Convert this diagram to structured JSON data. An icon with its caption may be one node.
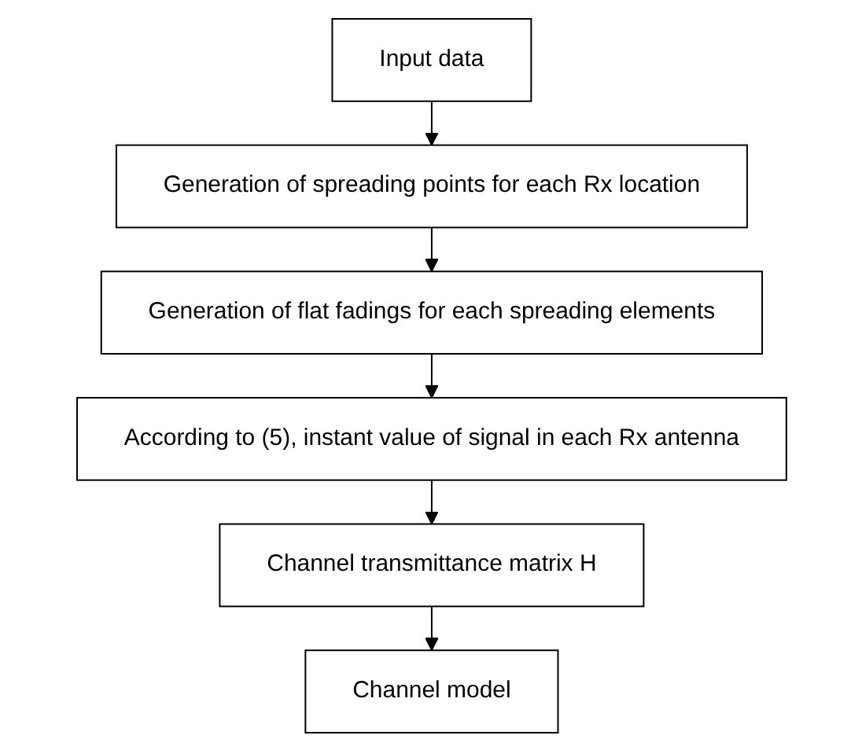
{
  "diagram": {
    "nodes": [
      {
        "text": [
          "Input data"
        ]
      },
      {
        "text": [
          "Generation of spreading points for each Rx location"
        ]
      },
      {
        "text": [
          "Generation of flat fadings for each spreading elements"
        ]
      },
      {
        "text": [
          "According to (5), instant value of signal in each Rx antenna"
        ]
      },
      {
        "text": [
          "Channel transmittance matrix H"
        ]
      },
      {
        "text": [
          "Channel model"
        ]
      }
    ],
    "edges": [
      {
        "from": 0,
        "to": 1,
        "arrow": "to"
      },
      {
        "from": 1,
        "to": 2,
        "arrow": "to"
      },
      {
        "from": 2,
        "to": 3,
        "arrow": "to"
      },
      {
        "from": 3,
        "to": 4,
        "arrow": "to"
      },
      {
        "from": 4,
        "to": 5,
        "arrow": "to"
      }
    ]
  }
}
